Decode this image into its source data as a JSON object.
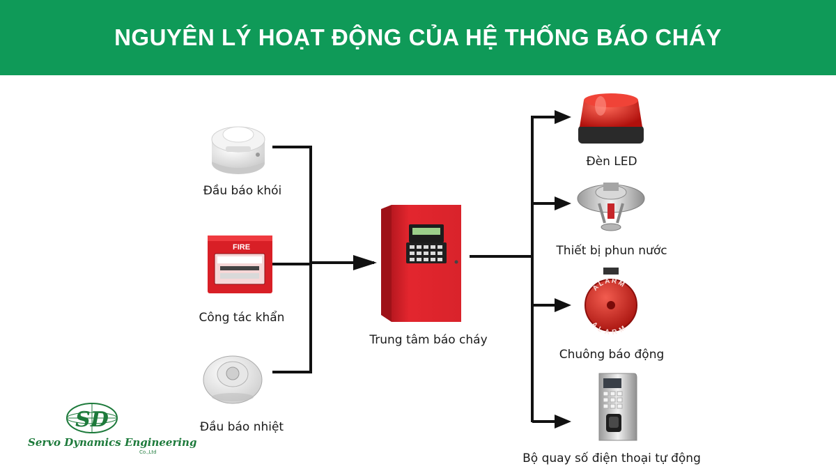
{
  "title": "NGUYÊN LÝ HOẠT ĐỘNG CỦA HỆ THỐNG BÁO CHÁY",
  "inputs": [
    {
      "label": "Đầu báo khói",
      "icon": "smoke-detector-icon"
    },
    {
      "label": "Công tác khẩn",
      "icon": "manual-call-point-icon"
    },
    {
      "label": "Đầu báo nhiệt",
      "icon": "heat-detector-icon"
    }
  ],
  "center": {
    "label": "Trung tâm báo cháy",
    "icon": "fire-alarm-panel-icon"
  },
  "outputs": [
    {
      "label": "Đèn LED",
      "icon": "led-beacon-icon"
    },
    {
      "label": "Thiết bị phun nước",
      "icon": "sprinkler-icon"
    },
    {
      "label": "Chuông báo động",
      "icon": "alarm-bell-icon"
    },
    {
      "label": "Bộ quay số điện thoại tự động",
      "icon": "auto-dialer-icon"
    }
  ],
  "device_text": {
    "call_point": "FIRE",
    "bell_top": "ALARM",
    "bell_bottom": "ALARM"
  },
  "logo": {
    "monogram": "SD",
    "company": "Servo Dynamics Engineering",
    "suffix": "Co.,Ltd"
  },
  "colors": {
    "banner": "#0f9a58",
    "line": "#111111",
    "panel_red": "#e3262e",
    "logo_green": "#1d7a3b"
  }
}
